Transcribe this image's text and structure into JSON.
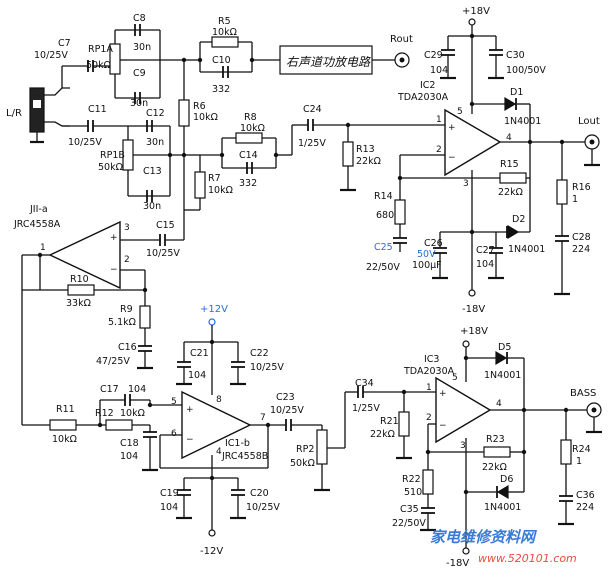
{
  "labels": {
    "plus18_top": "+18V",
    "minus18_top": "-18V",
    "plus18_bot": "+18V",
    "minus18_bot": "-18V",
    "plus12": "+12V",
    "minus12": "-12V",
    "lr": "L/R",
    "rout": "Rout",
    "lout": "Lout",
    "bass": "BASS",
    "rch_amp": "右声道功放电路"
  },
  "chips": {
    "ic2": "IC2",
    "ic2_type": "TDA2030A",
    "ic3": "IC3",
    "ic3_type": "TDA2030A",
    "ic1a": "JII-a",
    "ic1a_type": "JRC4558A",
    "ic1b": "IC1-b",
    "ic1b_type": "JRC4558B"
  },
  "components": {
    "c7": "C7",
    "c7v": "10/25V",
    "rp1a": "RP1A",
    "rp1a_v": "50kΩ",
    "c8": "C8",
    "c8v": "30n",
    "c9": "C9",
    "c9v": "30n",
    "r5": "R5",
    "r5v": "10kΩ",
    "c10": "C10",
    "c10v": "332",
    "c11": "C11",
    "c11v": "10/25V",
    "rp1b": "RP1B",
    "rp1b_v": "50kΩ",
    "c12": "C12",
    "c12v": "30n",
    "c13": "C13",
    "c13v": "30n",
    "r6": "R6",
    "r6v": "10kΩ",
    "r7": "R7",
    "r7v": "10kΩ",
    "r8": "R8",
    "r8v": "10kΩ",
    "c14": "C14",
    "c14v": "332",
    "c24": "C24",
    "c24v": "1/25V",
    "r13": "R13",
    "r13v": "22kΩ",
    "c29": "C29",
    "c29v": "104",
    "c30": "C30",
    "c30v": "100/50V",
    "d1": "D1",
    "d1v": "1N4001",
    "d2": "D2",
    "d2v": "1N4001",
    "r14": "R14",
    "r14v": "680",
    "r15": "R15",
    "r15v": "22kΩ",
    "r16": "R16",
    "r16v": "1",
    "c25": "C25",
    "c25v": "22/50V",
    "c26": "C26",
    "c26v": "50V",
    "c26v2": "100μF",
    "c27": "C27",
    "c27v": "104",
    "c28": "C28",
    "c28v": "224",
    "c15": "C15",
    "c15v": "10/25V",
    "r10": "R10",
    "r10v": "33kΩ",
    "r9": "R9",
    "r9v": "5.1kΩ",
    "c16": "C16",
    "c16v": "47/25V",
    "c21": "C21",
    "c21v": "104",
    "c22": "C22",
    "c22v": "10/25V",
    "c17": "C17",
    "c17v": "104",
    "r11": "R11",
    "r11v": "10kΩ",
    "r12": "R12",
    "r12v": "10kΩ",
    "c18": "C18",
    "c18v": "104",
    "c19": "C19",
    "c19v": "104",
    "c20": "C20",
    "c20v": "10/25V",
    "c23": "C23",
    "c23v": "10/25V",
    "rp2": "RP2",
    "rp2v": "50kΩ",
    "c34": "C34",
    "c34v": "1/25V",
    "r21": "R21",
    "r21v": "22kΩ",
    "r22": "R22",
    "r22v": "510",
    "c35": "C35",
    "c35v": "22/50V",
    "d5": "D5",
    "d5v": "1N4001",
    "d6": "D6",
    "d6v": "1N4001",
    "r23": "R23",
    "r23v": "22kΩ",
    "r24": "R24",
    "r24v": "1",
    "c36": "C36",
    "c36v": "224"
  },
  "pins": {
    "p1": "1",
    "p2": "2",
    "p3": "3",
    "p4": "4",
    "p5": "5",
    "p6": "6",
    "p7": "7",
    "p8": "8"
  },
  "watermark": {
    "cn": "家电维修资料网",
    "url": "www.520101.com"
  }
}
